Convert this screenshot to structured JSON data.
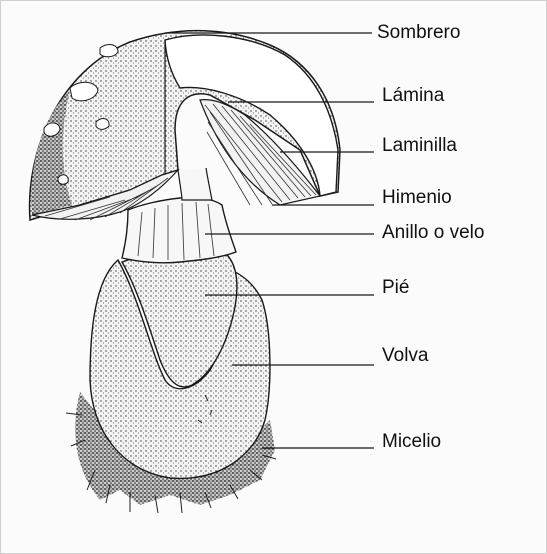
{
  "labels": {
    "sombrero": "Sombrero",
    "lamina": "Lámina",
    "laminilla": "Laminilla",
    "himenio": "Himenio",
    "anillo": "Anillo o velo",
    "pie": "Pié",
    "volva": "Volva",
    "micelio": "Micelio"
  },
  "colors": {
    "ink": "#1a1a1a",
    "paper": "#fbfbfb"
  }
}
